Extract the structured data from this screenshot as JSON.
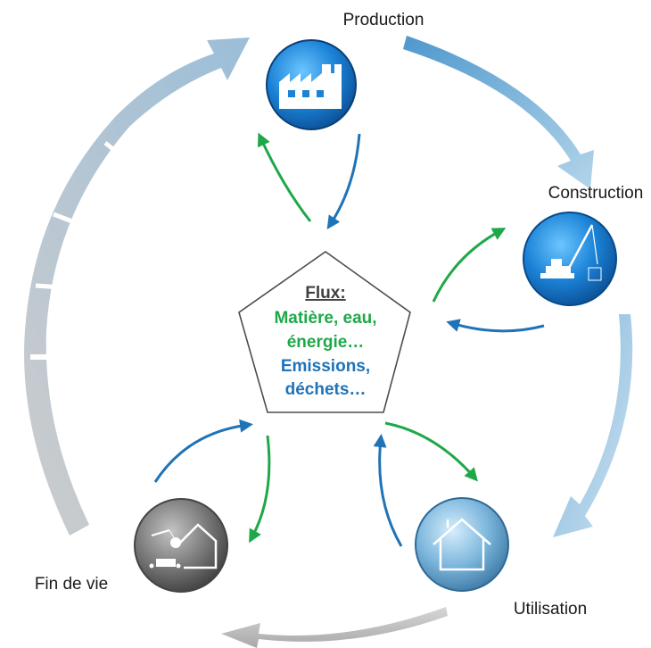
{
  "stages": [
    {
      "id": "production",
      "label": "Production",
      "icon": "factory-icon"
    },
    {
      "id": "construction",
      "label": "Construction",
      "icon": "crane-icon"
    },
    {
      "id": "utilisation",
      "label": "Utilisation",
      "icon": "house-icon"
    },
    {
      "id": "fin_de_vie",
      "label": "Fin de vie",
      "icon": "demolition-icon"
    }
  ],
  "flux": {
    "title": "Flux:",
    "inputs_line1": "Matière, eau,",
    "inputs_line2": "énergie…",
    "outputs_line1": "Emissions,",
    "outputs_line2": "déchets…"
  },
  "colors": {
    "inputs": "#1fa84a",
    "outputs": "#1f73b7",
    "blue_stage": "#1c7fd0",
    "grey_stage": "#7a7a7a"
  }
}
